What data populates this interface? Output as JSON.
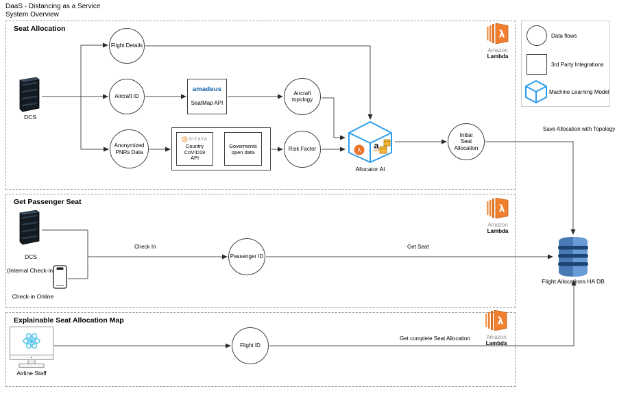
{
  "title": {
    "line1": "DaaS - Distancing as a Service",
    "line2": "System Overview"
  },
  "sections": [
    {
      "label": "Seat Allocation"
    },
    {
      "label": "Get Passenger Seat"
    },
    {
      "label": "Explainable Seat Allocation Map"
    }
  ],
  "legend": {
    "items": [
      {
        "shape": "circle",
        "label": "Data flows"
      },
      {
        "shape": "square",
        "label": "3rd Party Integrations"
      },
      {
        "shape": "cube",
        "label": "Machine Learning Model"
      }
    ]
  },
  "nodes": {
    "dcs1": {
      "label": "DCS"
    },
    "flight_details": {
      "label": "Flight Details"
    },
    "aircraft_id": {
      "label": "Aircraft ID"
    },
    "anonymized_pnrs": {
      "label": "Anonymized\nPNRs Data"
    },
    "amadeus": {
      "brand": "amadeus",
      "label": "SeatMap API"
    },
    "sitata": {
      "brand": "SITATA",
      "label": "Country\nCoVID19\nAPI"
    },
    "governments": {
      "label": "Goverments\nopen data"
    },
    "aircraft_topology": {
      "label": "Aircraft\ntopology"
    },
    "risk_factor": {
      "label": "Risk Factor"
    },
    "allocator_ai": {
      "label": "Allocator AI"
    },
    "initial_seat_allocation": {
      "label": "Initial\nSeat\nAllocation"
    },
    "lambda": {
      "line1": "Amazon",
      "line2": "Lambda"
    },
    "dcs2": {
      "label": "DCS",
      "sublabel": "(Internal Check-in)"
    },
    "checkin_online": {
      "label": "Check-in Online"
    },
    "passenger_id": {
      "label": "Passenger ID"
    },
    "airline_staff": {
      "label": "Airline Staff"
    },
    "flight_id": {
      "label": "Flight ID"
    },
    "flight_db": {
      "label": "Flight Allocations HA DB"
    }
  },
  "edge_labels": {
    "check_in": "Check In",
    "get_seat": "Get Seat",
    "save_allocation": "Save Allocation with Topology",
    "get_complete_allocation": "Get complete Seat Allocation"
  },
  "colors": {
    "amadeus_blue": "#0b5cab",
    "lambda_orange": "#f08030",
    "ml_cube_blue": "#2b9ced",
    "react_cyan": "#56c7ea",
    "dynamodb_blue": "#4a7ab5",
    "sitata_orange": "#f0a04a",
    "line_gray": "#4d4d4d"
  }
}
